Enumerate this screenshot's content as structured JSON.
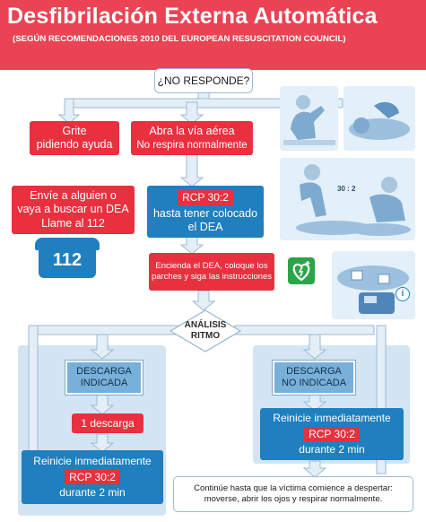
{
  "header": {
    "title": "Desfibrilación Externa Automática",
    "subtitle": "(SEGÚN RECOMENDACIONES 2010 DEL   EUROPEAN RESUSCITATION COUNCIL)"
  },
  "steps": {
    "no_responde": "¿NO RESPONDE?",
    "grite_1": "Grite",
    "grite_2": "pidiendo ayuda",
    "abra_1": "Abra la vía aérea",
    "abra_2": "No respira normalmente",
    "envie_1": "Envíe a alguien o",
    "envie_2": "vaya a buscar un DEA",
    "envie_3": "Llame al 112",
    "rcp_1": "RCP 30:2",
    "rcp_2": "hasta tener colocado",
    "rcp_3": "el DEA",
    "encienda_1": "Encienda el DEA, coloque los",
    "encienda_2": "parches y siga las instrucciones",
    "analisis_1": "ANÁLISIS",
    "analisis_2": "RITMO",
    "desc_ind_1": "DESCARGA",
    "desc_ind_2": "INDICADA",
    "desc_no_1": "DESCARGA",
    "desc_no_2": "NO INDICADA",
    "una_descarga": "1 descarga",
    "reinicie_left": "Reinicie inmediatamente",
    "rcp_left": "RCP 30:2",
    "durante_left": "durante 2 min",
    "reinicie_right": "Reinicie inmediatamente",
    "rcp_right": "RCP 30:2",
    "durante_right": "durante 2 min",
    "continue_1": "Continúe hasta que la víctima comience a despertar:",
    "continue_2": "moverse, abrir los ojos y respirar normalmente."
  },
  "phone_number": "112",
  "photo_label_ratio": "30 : 2",
  "colors": {
    "red": "#e8303f",
    "blue": "#1f7fbf",
    "header": "#ea4353",
    "light_blue": "#d3e5f3"
  },
  "icons": [
    "phone-icon",
    "aed-heart-icon",
    "info-icon"
  ]
}
